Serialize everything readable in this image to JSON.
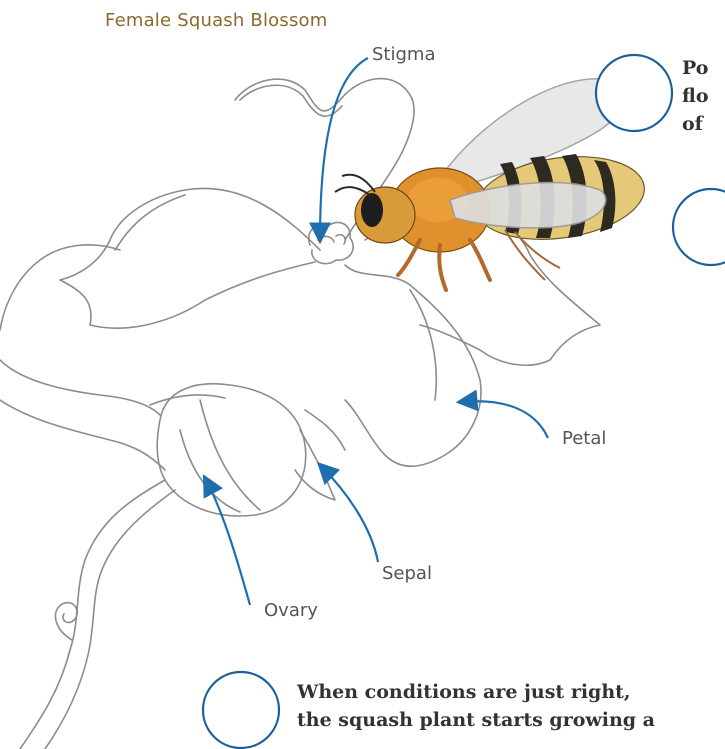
{
  "title": "Female Squash Blossom",
  "labels": {
    "stigma": "Stigma",
    "petal": "Petal",
    "sepal": "Sepal",
    "ovary": "Ovary"
  },
  "steps": [
    {
      "lines": [
        "Po",
        "flo",
        "of"
      ]
    },
    {
      "lines": []
    },
    {
      "lines": [
        "When conditions are just right,",
        "the squash plant starts growing a"
      ]
    }
  ],
  "colors": {
    "title": "#8a6a2c",
    "arrow": "#1f6fb0",
    "circle": "#1a5f9e",
    "sketch": "#8c8c8c"
  }
}
